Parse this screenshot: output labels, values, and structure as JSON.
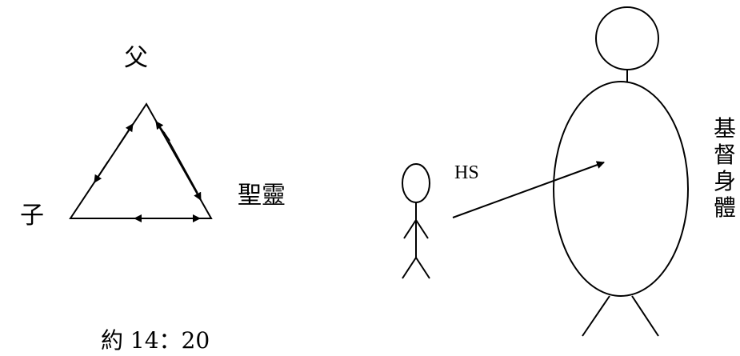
{
  "trinity": {
    "father": "父",
    "son": "子",
    "spirit": "聖靈"
  },
  "figure": {
    "hs_label": "HS",
    "body_label": [
      "基",
      "督",
      "身",
      "體"
    ]
  },
  "reference": "約 14：20"
}
